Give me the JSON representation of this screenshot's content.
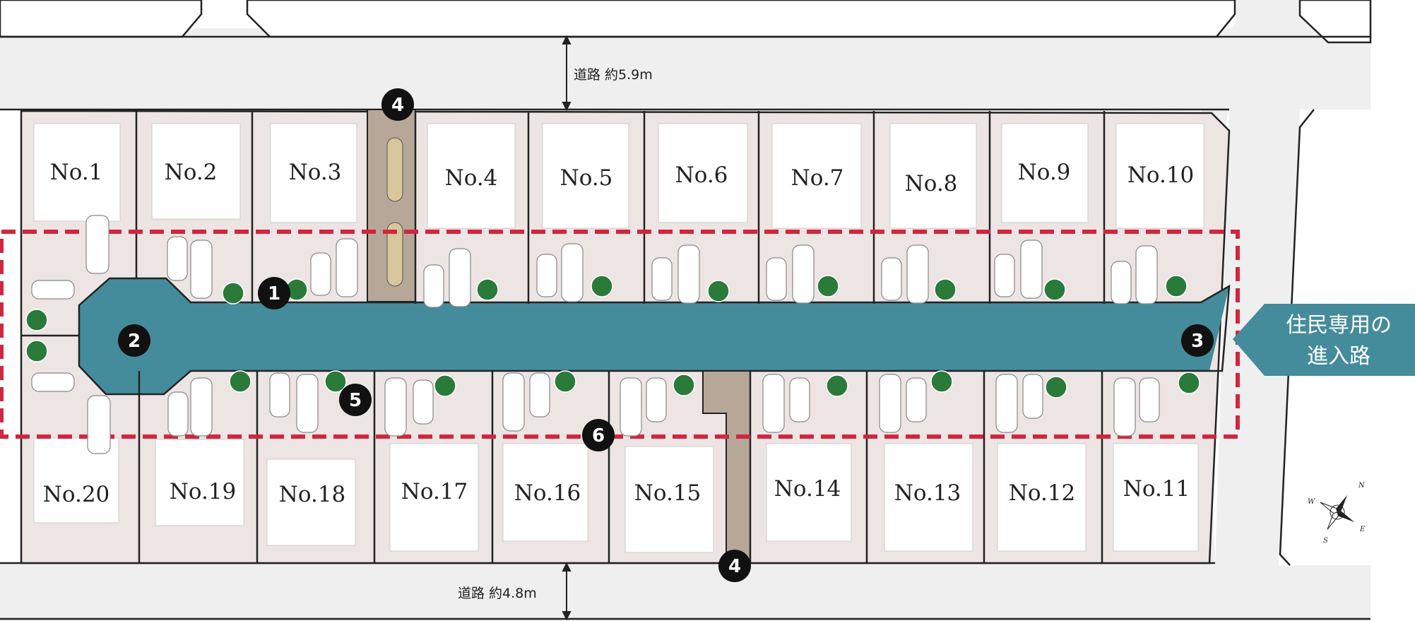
{
  "roads": {
    "north_label": "道路 約5.9m",
    "south_label": "道路 約4.8m"
  },
  "entrance": {
    "line1": "住民専用の",
    "line2": "進入路"
  },
  "lots": {
    "north": [
      "No.1",
      "No.2",
      "No.3",
      "No.4",
      "No.5",
      "No.6",
      "No.7",
      "No.8",
      "No.9",
      "No.10"
    ],
    "south": [
      "No.20",
      "No.19",
      "No.18",
      "No.17",
      "No.16",
      "No.15",
      "No.14",
      "No.13",
      "No.12",
      "No.11"
    ]
  },
  "markers": [
    "1",
    "2",
    "3",
    "4",
    "4",
    "5",
    "6"
  ],
  "compass": {
    "n": "N",
    "e": "E",
    "s": "S",
    "w": "W"
  },
  "colors": {
    "road": "#efefef",
    "lot": "#ede5e3",
    "house": "#ffffff",
    "private_road": "#448c9c",
    "green_path": "#b6a799",
    "boundary": "#d1263f",
    "tree": "#2a7a3a",
    "marker": "#111111"
  }
}
